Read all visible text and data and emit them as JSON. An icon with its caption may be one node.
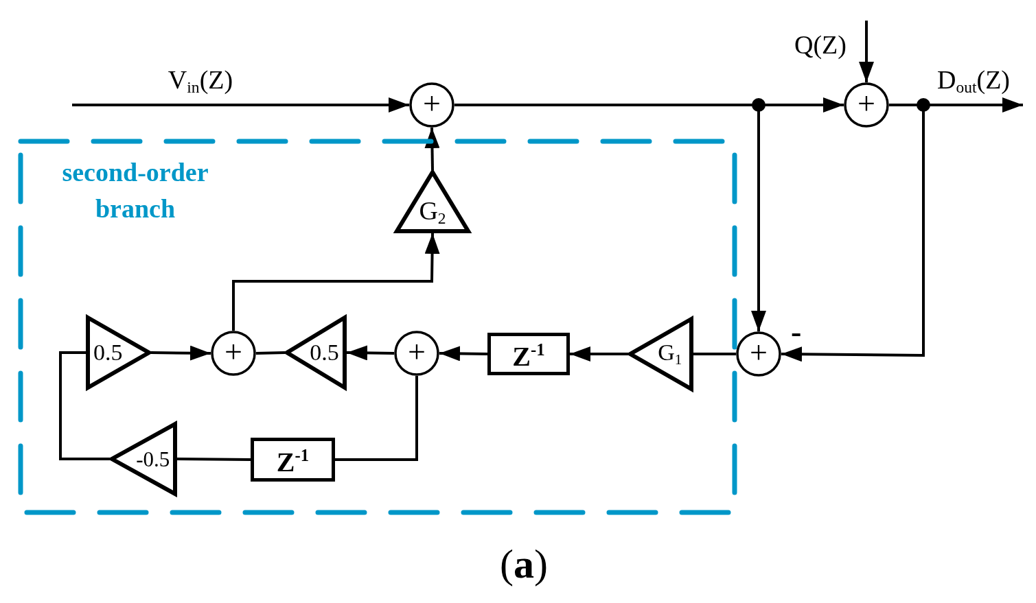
{
  "diagram": {
    "caption": "(**a**)",
    "nodes": [
      {
        "text": [
          "second-order branch"
        ]
      },
      {
        "text": [
          "+"
        ]
      },
      {
        "text": [
          "G$_{2}$"
        ],
        "in": 0
      },
      {
        "text": [
          "+"
        ],
        "in": 0
      },
      {
        "text": [
          "0.5"
        ],
        "in": 0
      },
      {
        "text": [
          "0.5"
        ],
        "in": 0
      },
      {
        "text": [
          "+"
        ],
        "in": 0
      },
      {
        "text": [
          "Z$^{-1}$"
        ],
        "in": 0
      },
      {
        "text": [
          "G$_{1}$"
        ],
        "in": 0
      },
      {
        "text": [
          "+"
        ],
        "beside": [
          "-"
        ]
      },
      {
        "text": [
          "-0.5"
        ],
        "in": 0
      },
      {
        "text": [
          "Z$^{-1}$"
        ],
        "in": 0
      },
      {
        "text": [
          "+"
        ]
      }
    ],
    "edges": [
      {
        "from": null,
        "to": 1,
        "arrow": "to",
        "label": "V$_{in}$(Z)"
      },
      {
        "from": 2,
        "to": 1,
        "arrow": "to"
      },
      {
        "from": 1,
        "to": 12,
        "arrow": "to"
      },
      {
        "from": 1,
        "to": 9,
        "arrow": "to"
      },
      {
        "from": null,
        "to": 12,
        "arrow": "to",
        "label": "Q(Z)"
      },
      {
        "from": 12,
        "to": null,
        "arrow": "to",
        "label": "D$_{out}$(Z)"
      },
      {
        "from": 12,
        "to": 9,
        "arrow": "to"
      },
      {
        "from": 9,
        "to": 8,
        "arrow": "none"
      },
      {
        "from": 8,
        "to": 7,
        "arrow": "to"
      },
      {
        "from": 7,
        "to": 6,
        "arrow": "to"
      },
      {
        "from": 6,
        "to": 5,
        "arrow": "to"
      },
      {
        "from": 5,
        "to": 3,
        "arrow": "none"
      },
      {
        "from": 4,
        "to": 3,
        "arrow": "to"
      },
      {
        "from": 3,
        "to": 2,
        "arrow": "to"
      },
      {
        "from": 6,
        "to": 11,
        "arrow": "none"
      },
      {
        "from": 11,
        "to": 10,
        "arrow": "none"
      },
      {
        "from": 10,
        "to": 4,
        "arrow": "none"
      }
    ]
  }
}
